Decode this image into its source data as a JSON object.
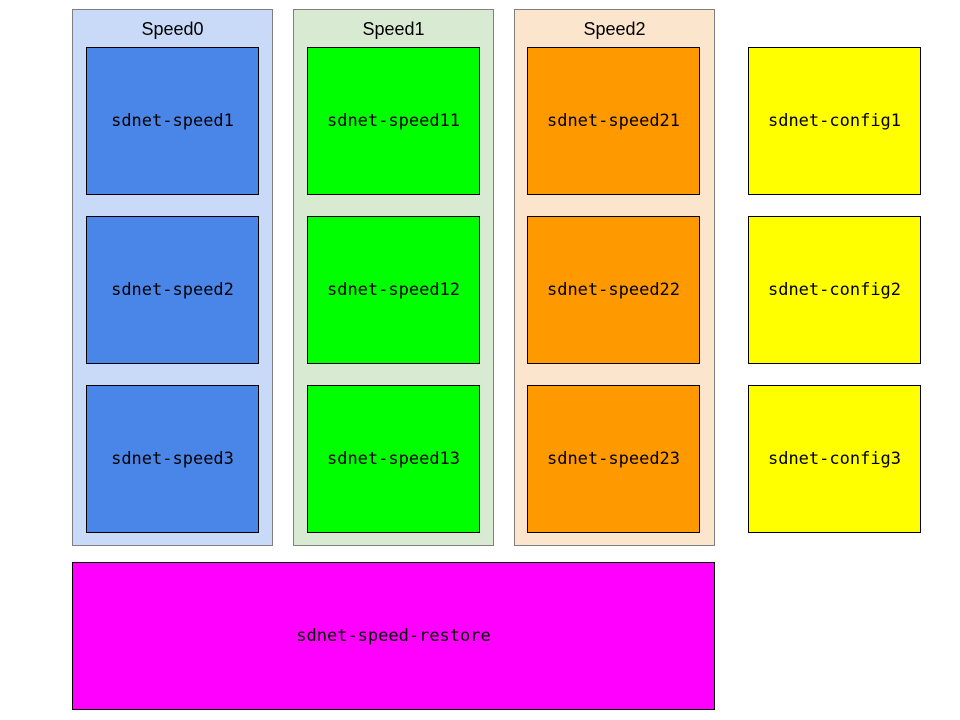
{
  "colors": {
    "speed0_group": "#c9daf8",
    "speed1_group": "#d9ead3",
    "speed2_group": "#fce5cd",
    "speed0_box": "#4a86e8",
    "speed1_box": "#00ff00",
    "speed2_box": "#ff9900",
    "config_box": "#ffff00",
    "restore_box": "#ff00ff",
    "group_border": "#7f7f7f",
    "box_border": "#000000"
  },
  "groups": [
    {
      "title": "Speed0",
      "items": [
        "sdnet-speed1",
        "sdnet-speed2",
        "sdnet-speed3"
      ]
    },
    {
      "title": "Speed1",
      "items": [
        "sdnet-speed11",
        "sdnet-speed12",
        "sdnet-speed13"
      ]
    },
    {
      "title": "Speed2",
      "items": [
        "sdnet-speed21",
        "sdnet-speed22",
        "sdnet-speed23"
      ]
    }
  ],
  "config": {
    "items": [
      "sdnet-config1",
      "sdnet-config2",
      "sdnet-config3"
    ]
  },
  "restore": {
    "label": "sdnet-speed-restore"
  }
}
